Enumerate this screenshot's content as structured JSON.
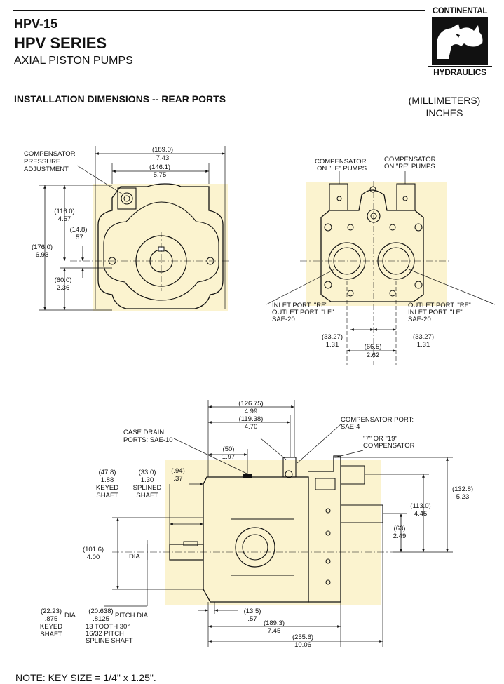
{
  "header": {
    "model": "HPV-15",
    "series": "HPV SERIES",
    "subtitle": "AXIAL PISTON PUMPS",
    "logo_top": "CONTINENTAL",
    "logo_bottom": "HYDRAULICS"
  },
  "section": {
    "title": "INSTALLATION DIMENSIONS -- REAR PORTS",
    "units_mm": "(MILLIMETERS)",
    "units_in": "INCHES"
  },
  "front_view": {
    "comp_label_1": "COMPENSATOR",
    "comp_label_2": "PRESSURE",
    "comp_label_3": "ADJUSTMENT",
    "d_width_mm": "(189.0)",
    "d_width_in": "7.43",
    "d_mount_mm": "(146.1)",
    "d_mount_in": "5.75",
    "d_top_mm": "(116.0)",
    "d_top_in": "4.57",
    "d_off_mm": "(14.8)",
    "d_off_in": ".57",
    "d_height_mm": "(176.0)",
    "d_height_in": "6.93",
    "d_bot_mm": "(60.0)",
    "d_bot_in": "2.36"
  },
  "rear_view": {
    "comp_lf_1": "COMPENSATOR",
    "comp_lf_2": "ON \"LF\" PUMPS",
    "comp_rf_1": "COMPENSATOR",
    "comp_rf_2": "ON \"RF\" PUMPS",
    "left_port_1": "INLET PORT:  \"RF\"",
    "left_port_2": "OUTLET PORT:  \"LF\"",
    "left_port_3": "SAE-20",
    "right_port_1": "OUTLET PORT:  \"RF\"",
    "right_port_2": "INLET PORT:  \"LF\"",
    "right_port_3": "SAE-20",
    "d_left_mm": "(33.27)",
    "d_left_in": "1.31",
    "d_center_mm": "(66.5)",
    "d_center_in": "2.62",
    "d_right_mm": "(33.27)",
    "d_right_in": "1.31"
  },
  "side_view": {
    "d_12675_mm": "(126.75)",
    "d_12675_in": "4.99",
    "d_11938_mm": "(119.38)",
    "d_11938_in": "4.70",
    "comp_port_1": "COMPENSATOR PORT:",
    "comp_port_2": "SAE-4",
    "comp_note_1": "\"7\" OR \"19\"",
    "comp_note_2": "COMPENSATOR",
    "case_drain_1": "CASE DRAIN",
    "case_drain_2": "PORTS:  SAE-10",
    "d_50_mm": "(50)",
    "d_50_in": "1.97",
    "d_478_mm": "(47.8)",
    "d_478_in": "1.88",
    "keyed_1": "KEYED",
    "keyed_2": "SHAFT",
    "d_33_mm": "(33.0)",
    "d_33_in": "1.30",
    "splined_1": "SPLINED",
    "splined_2": "SHAFT",
    "d_94_mm": "(.94)",
    "d_94_in": ".37",
    "d_1328_mm": "(132.8)",
    "d_1328_in": "5.23",
    "d_113_mm": "(113.0)",
    "d_113_in": "4.45",
    "d_63_mm": "(63)",
    "d_63_in": "2.49",
    "d_1016_mm": "(101.6)",
    "d_1016_in": "4.00",
    "dia": "DIA.",
    "d_2223_mm": "(22.23)",
    "d_2223_in": ".875",
    "dia2": "DIA.",
    "keyed_b1": "KEYED",
    "keyed_b2": "SHAFT",
    "d_20638_mm": "(20.638)",
    "d_20638_in": ".8125",
    "pitch_dia": "PITCH DIA.",
    "spline_1": "13 TOOTH 30°",
    "spline_2": "16/32 PITCH",
    "spline_3": "SPLINE SHAFT",
    "d_135_mm": "(13.5)",
    "d_135_in": ".57",
    "d_1893_mm": "(189.3)",
    "d_1893_in": "7.45",
    "d_2556_mm": "(255.6)",
    "d_2556_in": "10.06"
  },
  "footer": {
    "note": "NOTE:  KEY SIZE = 1/4\" x 1.25\"."
  },
  "colors": {
    "highlight": "#fbf3cf",
    "ink": "#111111"
  }
}
